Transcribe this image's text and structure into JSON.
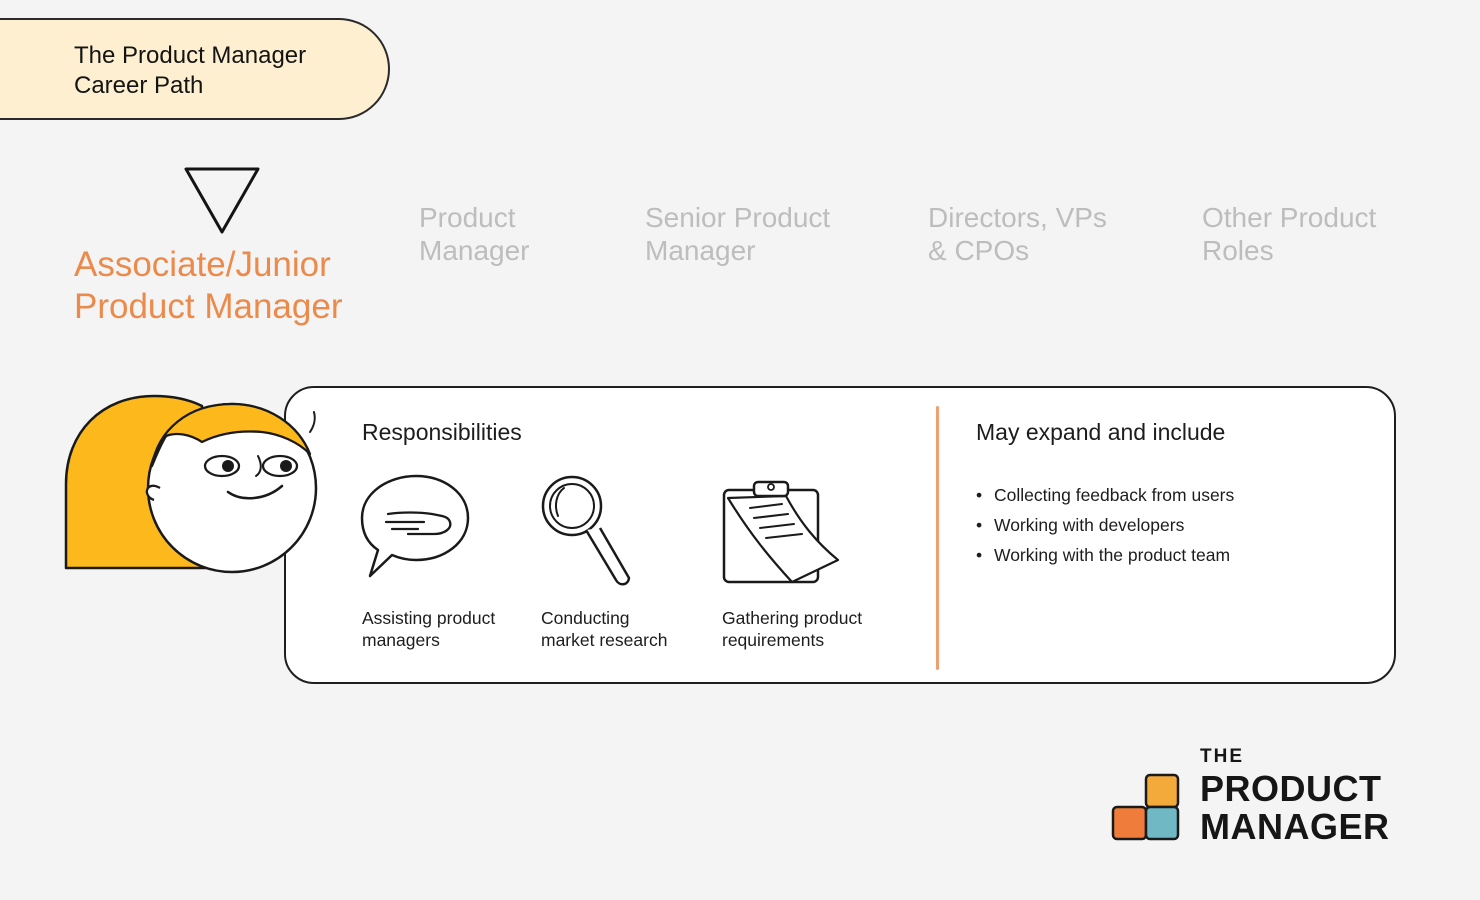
{
  "header": {
    "title_line1": "The Product Manager",
    "title_line2": "Career Path"
  },
  "stages": [
    {
      "line1": "Associate/Junior",
      "line2": "Product Manager",
      "active": true
    },
    {
      "line1": "Product",
      "line2": "Manager",
      "active": false
    },
    {
      "line1": "Senior Product",
      "line2": "Manager",
      "active": false
    },
    {
      "line1": "Directors, VPs",
      "line2": "& CPOs",
      "active": false
    },
    {
      "line1": "Other Product",
      "line2": "Roles",
      "active": false
    }
  ],
  "card": {
    "responsibilities_title": "Responsibilities",
    "responsibilities": [
      {
        "icon": "speech-bubble-hand-icon",
        "line1": "Assisting product",
        "line2": "managers"
      },
      {
        "icon": "magnifying-glass-icon",
        "line1": "Conducting",
        "line2": "market research"
      },
      {
        "icon": "clipboard-icon",
        "line1": "Gathering product",
        "line2": "requirements"
      }
    ],
    "expand_title": "May expand and include",
    "expand_items": [
      "Collecting feedback from users",
      "Working with developers",
      "Working with the product team"
    ]
  },
  "logo": {
    "line1": "THE",
    "line2": "PRODUCT",
    "line3": "MANAGER",
    "colors": [
      "#f4a93b",
      "#ef7c3a",
      "#6fb8c4"
    ]
  },
  "colors": {
    "accent": "#ec8a4c",
    "inactive": "#bdbdbd",
    "pill": "#fdefd0",
    "hair": "#fdb91c"
  }
}
